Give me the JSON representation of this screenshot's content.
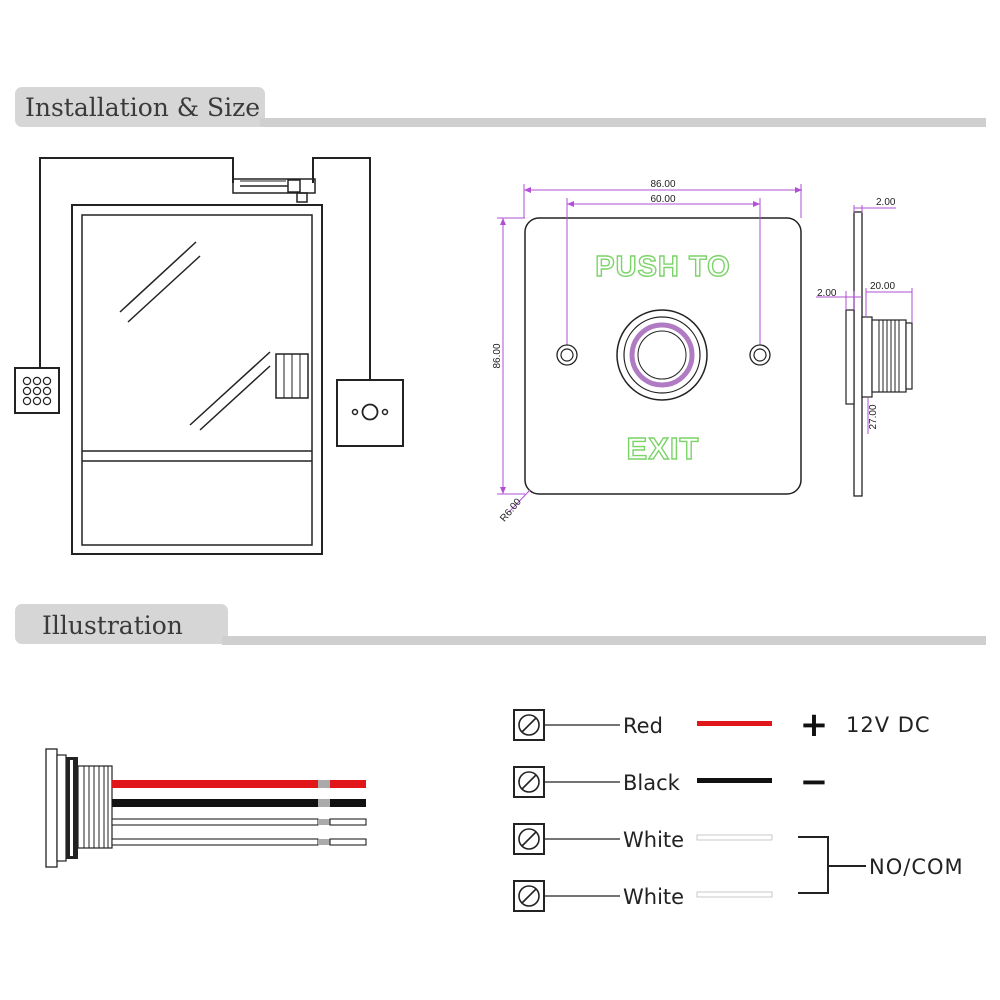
{
  "sections": {
    "installation": "Installation & Size",
    "illustration": "Illustration"
  },
  "plate": {
    "top_text": "PUSH TO",
    "bottom_text": "EXIT"
  },
  "dimensions": {
    "plate_width": "86.00",
    "hole_spacing": "60.00",
    "plate_height": "86.00",
    "corner_radius": "R6.00",
    "plate_thickness": "2.00",
    "flange": "2.00",
    "body_diameter": "20.00",
    "body_length": "27.00"
  },
  "wiring": {
    "wires": [
      {
        "label": "Red",
        "color": "#e0161b",
        "sign": "+"
      },
      {
        "label": "Black",
        "color": "#111111",
        "sign": "−"
      },
      {
        "label": "White",
        "color": "#ffffff",
        "sign": ""
      },
      {
        "label": "White",
        "color": "#ffffff",
        "sign": ""
      }
    ],
    "power": "12V DC",
    "contact": "NO/COM"
  },
  "colors": {
    "tab": "#d6d6d6",
    "rule": "#cfcfcf",
    "dimension": "#b14fd6",
    "led_ring": "#b17bc4",
    "legend_text": "#7bd468"
  }
}
